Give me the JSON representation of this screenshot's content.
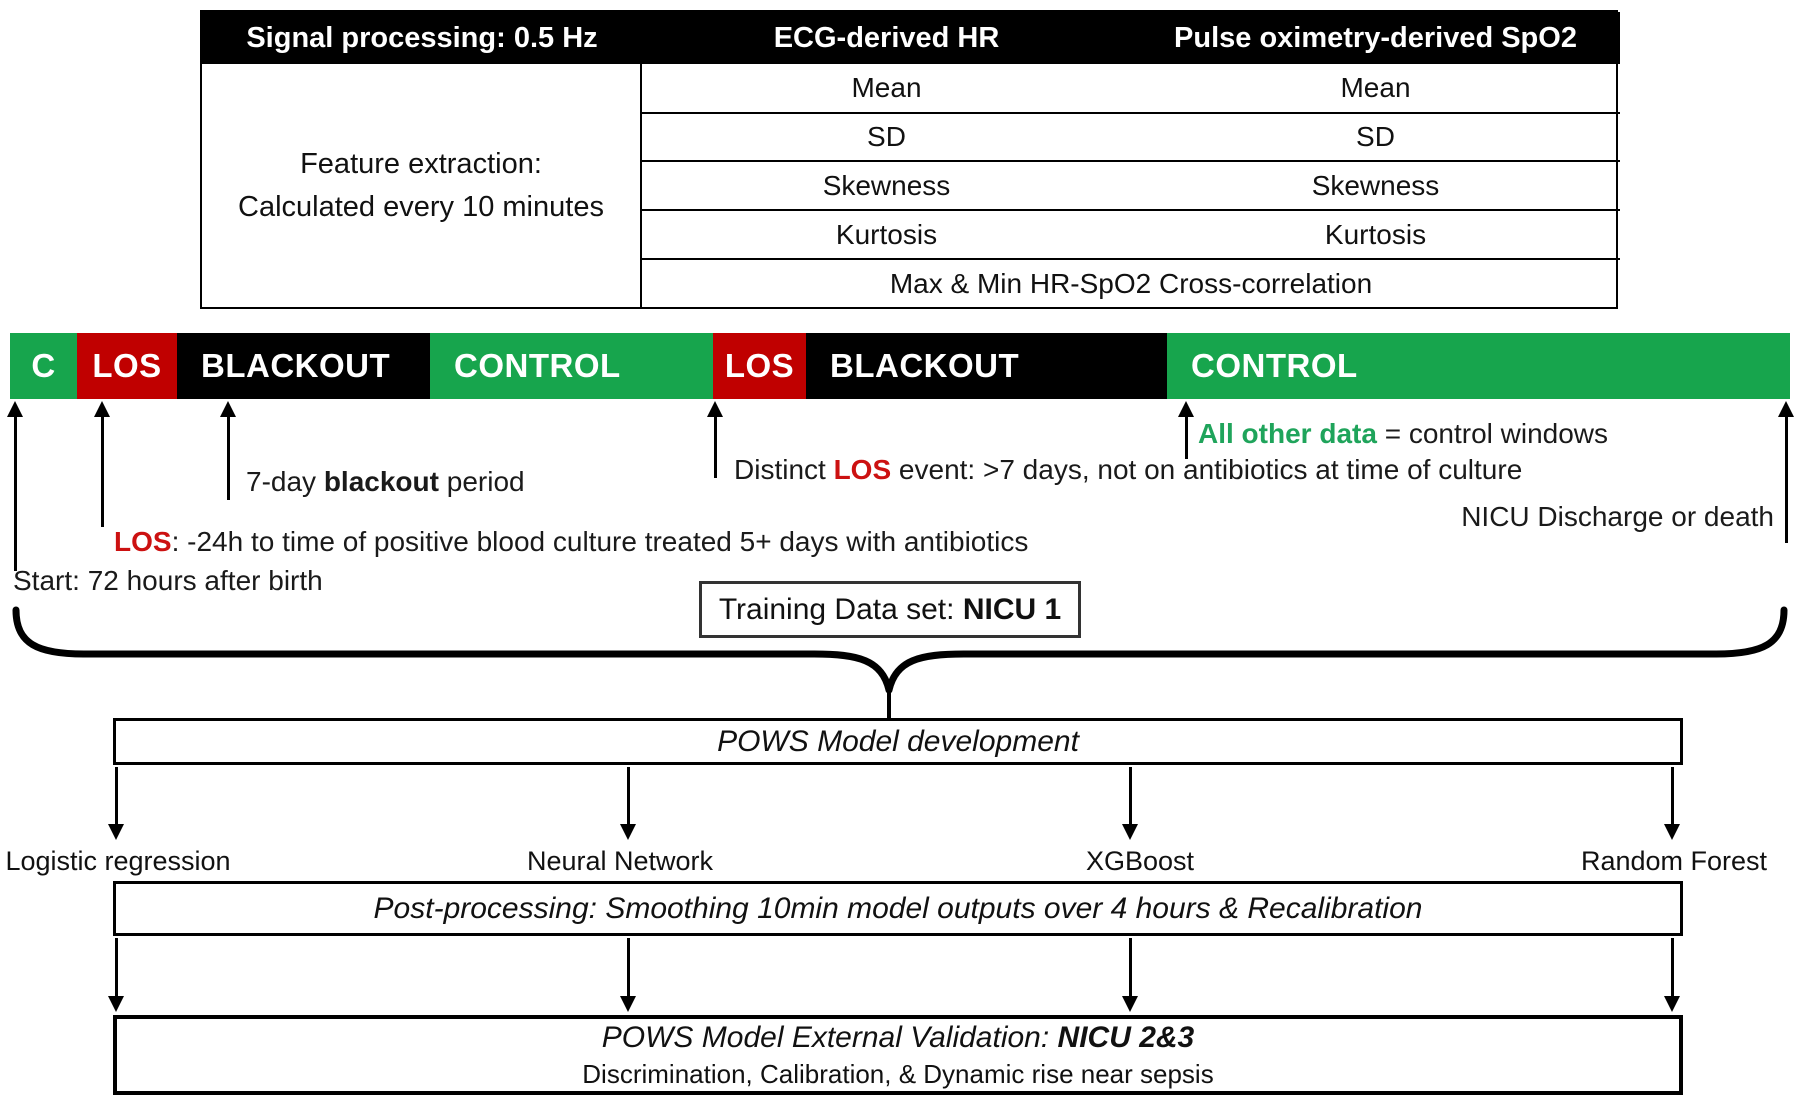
{
  "feature_table": {
    "header": {
      "signal": "Signal processing: 0.5 Hz",
      "col1": "ECG-derived HR",
      "col2": "Pulse oximetry-derived SpO2"
    },
    "left_cell": {
      "line1": "Feature extraction:",
      "line2": "Calculated every 10 minutes"
    },
    "rows": [
      [
        "Mean",
        "Mean"
      ],
      [
        "SD",
        "SD"
      ],
      [
        "Skewness",
        "Skewness"
      ],
      [
        "Kurtosis",
        "Kurtosis"
      ]
    ],
    "span_row": "Max & Min HR-SpO2 Cross-correlation"
  },
  "timeline": {
    "segments": [
      {
        "label": "C",
        "color": "green"
      },
      {
        "label": "LOS",
        "color": "red"
      },
      {
        "label": "BLACKOUT",
        "color": "black"
      },
      {
        "label": "CONTROL",
        "color": "green"
      },
      {
        "label": "LOS",
        "color": "red"
      },
      {
        "label": "BLACKOUT",
        "color": "black"
      },
      {
        "label": "CONTROL",
        "color": "green"
      }
    ]
  },
  "annotations": {
    "blackout": {
      "prefix": "7-day ",
      "bold": "blackout",
      "suffix": " period"
    },
    "los": {
      "bold": "LOS",
      "rest": ": -24h to time of positive blood culture treated 5+ days with antibiotics"
    },
    "start": "Start: 72 hours after birth",
    "distinct": {
      "prefix": "Distinct ",
      "bold": "LOS",
      "rest": " event: >7 days, not on antibiotics at time of culture"
    },
    "all_other": {
      "bold": "All other data",
      "rest": " = control windows"
    },
    "discharge": "NICU Discharge or death"
  },
  "training_box": {
    "prefix": "Training Data set: ",
    "bold": "NICU 1"
  },
  "model_dev": {
    "title": "POWS Model development",
    "models": [
      "Logistic regression",
      "Neural Network",
      "XGBoost",
      "Random Forest"
    ]
  },
  "post_processing": "Post-processing: Smoothing 10min model outputs over 4 hours & Recalibration",
  "validation": {
    "prefix": "POWS Model External Validation: ",
    "bold": "NICU 2&3",
    "subtitle": "Discrimination, Calibration, & Dynamic rise near sepsis"
  },
  "colors": {
    "control_green": "#17A54D",
    "los_red": "#C00000",
    "blackout_black": "#000000",
    "text_red": "#CC1111",
    "text_green": "#1FA45B"
  }
}
